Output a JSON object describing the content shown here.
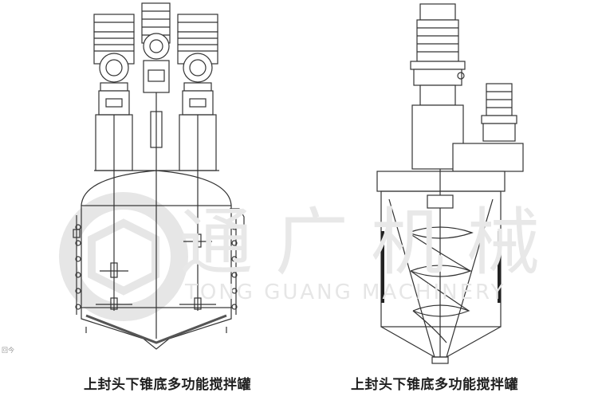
{
  "watermark": {
    "cn": "通广机械",
    "en": "TONG GUANG MACHINERY"
  },
  "captions": {
    "left": "上封头下锥底多功能搅拌罐",
    "right": "上封头下锥底多功能搅拌罐"
  },
  "corner_mark": "回今",
  "colors": {
    "line": "#333333",
    "watermark": "#e6e6e6"
  }
}
